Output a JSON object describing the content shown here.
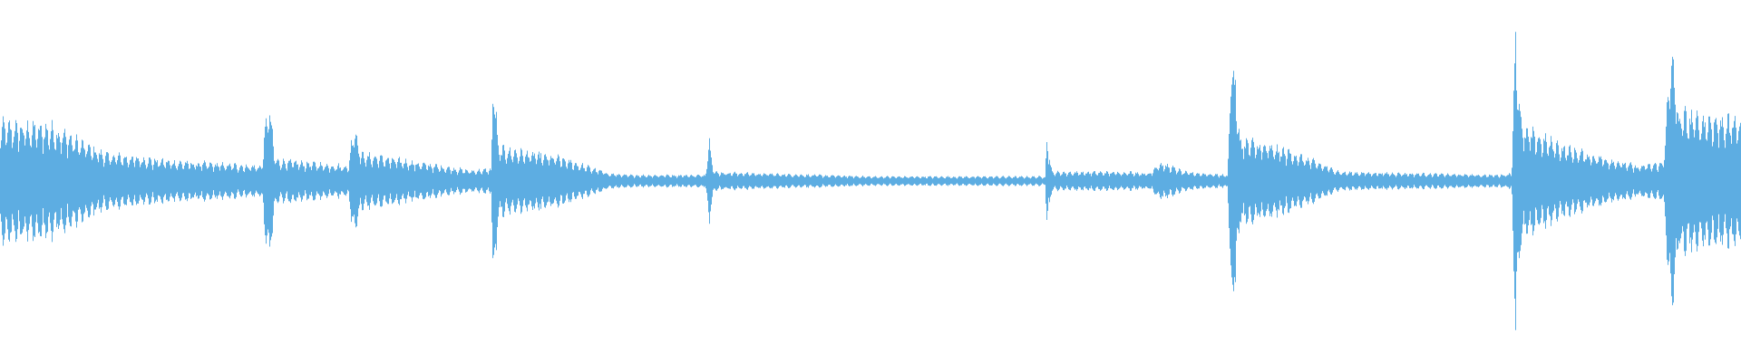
{
  "waveform": {
    "color": "#5dade2",
    "background": "#ffffff",
    "envelope_points": [
      [
        0.0,
        0.38
      ],
      [
        0.03,
        0.36
      ],
      [
        0.06,
        0.18
      ],
      [
        0.1,
        0.13
      ],
      [
        0.15,
        0.1
      ],
      [
        0.154,
        0.55
      ],
      [
        0.158,
        0.14
      ],
      [
        0.2,
        0.1
      ],
      [
        0.203,
        0.4
      ],
      [
        0.207,
        0.18
      ],
      [
        0.27,
        0.07
      ],
      [
        0.282,
        0.08
      ],
      [
        0.283,
        0.78
      ],
      [
        0.286,
        0.22
      ],
      [
        0.32,
        0.16
      ],
      [
        0.35,
        0.05
      ],
      [
        0.36,
        0.04
      ],
      [
        0.405,
        0.04
      ],
      [
        0.407,
        0.3
      ],
      [
        0.41,
        0.06
      ],
      [
        0.5,
        0.03
      ],
      [
        0.55,
        0.03
      ],
      [
        0.6,
        0.03
      ],
      [
        0.601,
        0.3
      ],
      [
        0.604,
        0.06
      ],
      [
        0.65,
        0.06
      ],
      [
        0.66,
        0.05
      ],
      [
        0.665,
        0.12
      ],
      [
        0.672,
        0.1
      ],
      [
        0.68,
        0.06
      ],
      [
        0.705,
        0.04
      ],
      [
        0.707,
        0.95
      ],
      [
        0.712,
        0.28
      ],
      [
        0.74,
        0.2
      ],
      [
        0.77,
        0.06
      ],
      [
        0.86,
        0.04
      ],
      [
        0.868,
        0.05
      ],
      [
        0.87,
        1.0
      ],
      [
        0.874,
        0.35
      ],
      [
        0.9,
        0.22
      ],
      [
        0.94,
        0.1
      ],
      [
        0.955,
        0.12
      ],
      [
        0.96,
        0.9
      ],
      [
        0.964,
        0.45
      ],
      [
        0.985,
        0.42
      ],
      [
        1.0,
        0.4
      ]
    ],
    "oscillation_period": 0.0035
  }
}
